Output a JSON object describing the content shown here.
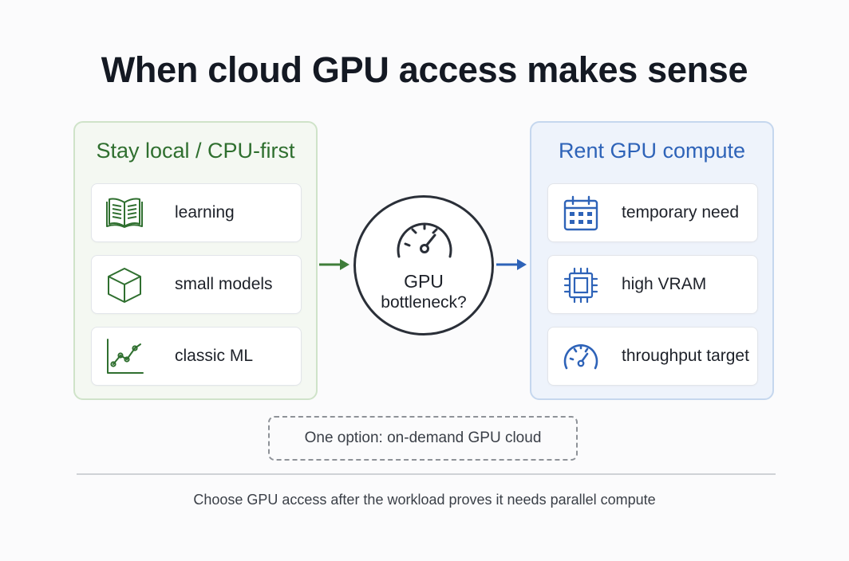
{
  "title": "When cloud GPU access makes sense",
  "left_panel": {
    "title": "Stay local / CPU-first",
    "accent": "#2f6f2f",
    "items": [
      {
        "label": "learning",
        "icon": "open-book-icon"
      },
      {
        "label": "small models",
        "icon": "cube-icon"
      },
      {
        "label": "classic ML",
        "icon": "line-chart-icon"
      }
    ]
  },
  "center": {
    "line1": "GPU",
    "line2": "bottleneck?",
    "icon": "gauge-icon"
  },
  "right_panel": {
    "title": "Rent GPU compute",
    "accent": "#2e63b8",
    "items": [
      {
        "label": "temporary need",
        "icon": "calendar-icon"
      },
      {
        "label": "high VRAM",
        "icon": "chip-icon"
      },
      {
        "label": "throughput target",
        "icon": "speedometer-icon"
      }
    ]
  },
  "note": "One option: on-demand GPU cloud",
  "footer": "Choose GPU access after the workload proves it needs parallel compute"
}
